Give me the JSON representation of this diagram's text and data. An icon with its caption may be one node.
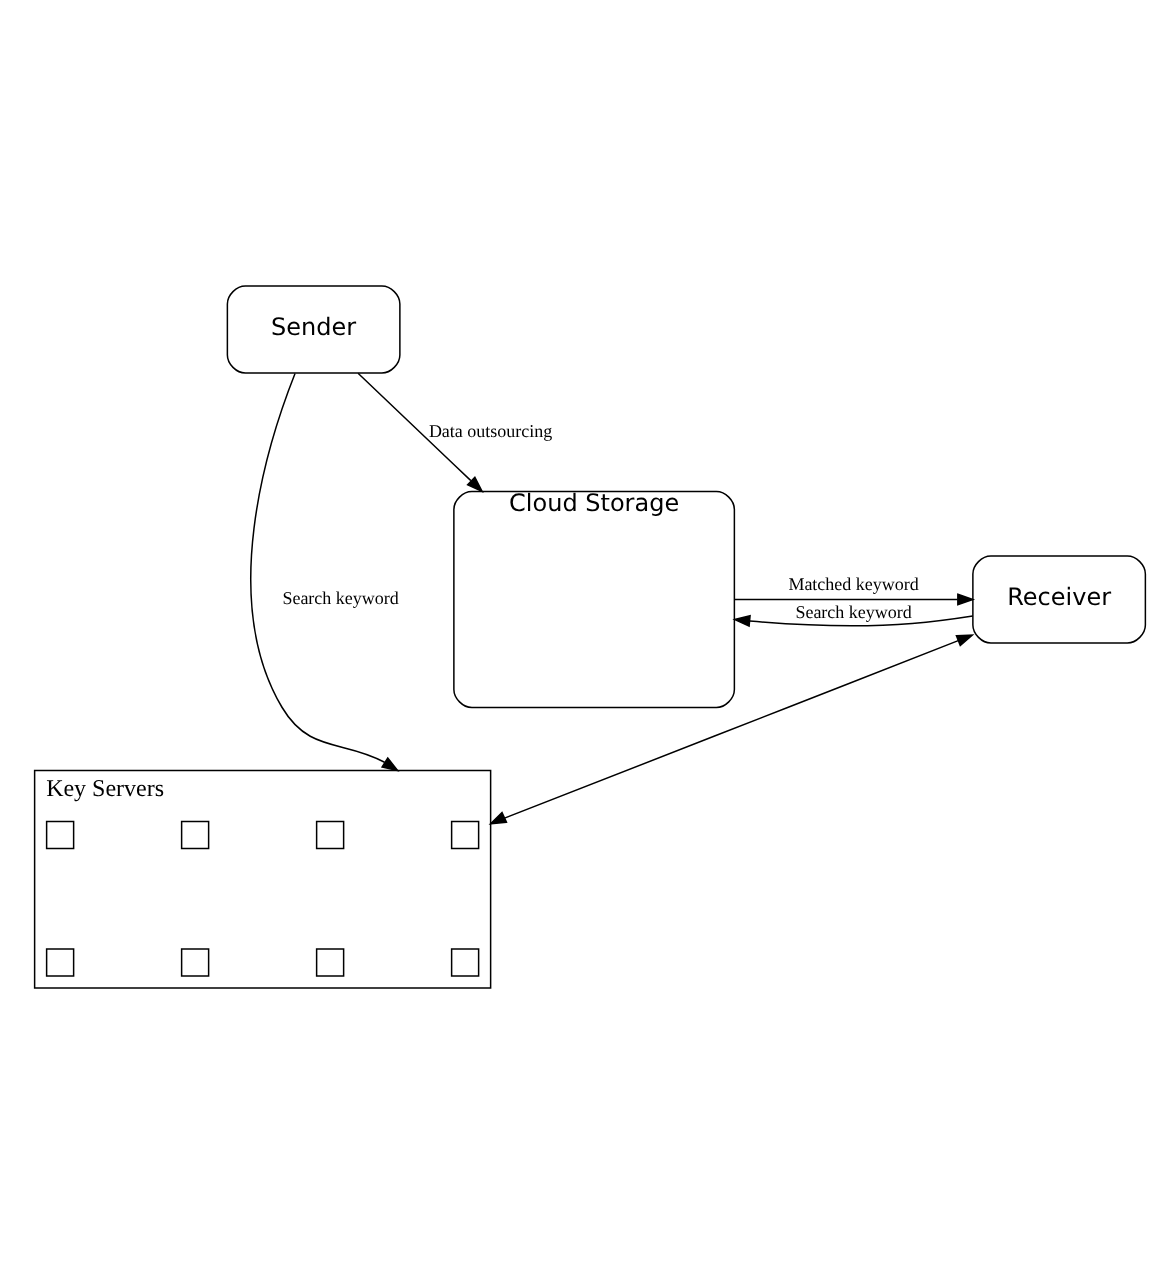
{
  "diagram": {
    "nodes": [
      {
        "text": [
          "Sender"
        ]
      },
      {
        "text": [
          "Key Servers"
        ]
      },
      {
        "text": [],
        "shape": "box",
        "in": 1
      },
      {
        "text": [],
        "shape": "box",
        "in": 1
      },
      {
        "text": [],
        "shape": "box",
        "in": 1
      },
      {
        "text": [],
        "shape": "box",
        "in": 1
      },
      {
        "text": [],
        "shape": "box",
        "in": 1
      },
      {
        "text": [],
        "shape": "box",
        "in": 1
      },
      {
        "text": [],
        "shape": "box",
        "in": 1
      },
      {
        "text": [],
        "shape": "box",
        "in": 1
      },
      {
        "text": [
          "Cloud Storage"
        ]
      },
      {
        "text": [
          "Receiver"
        ]
      }
    ],
    "edges": [
      {
        "from": 0,
        "to": 1,
        "arrow": "to",
        "label": "Search keyword"
      },
      {
        "from": 0,
        "to": 10,
        "arrow": "to",
        "label": "Data outsourcing"
      },
      {
        "from": 11,
        "to": 1,
        "arrow": "both"
      },
      {
        "from": 11,
        "to": 10,
        "arrow": "to",
        "label": "Search keyword"
      },
      {
        "from": 10,
        "to": 11,
        "arrow": "to",
        "label": "Matched keyword"
      }
    ]
  }
}
